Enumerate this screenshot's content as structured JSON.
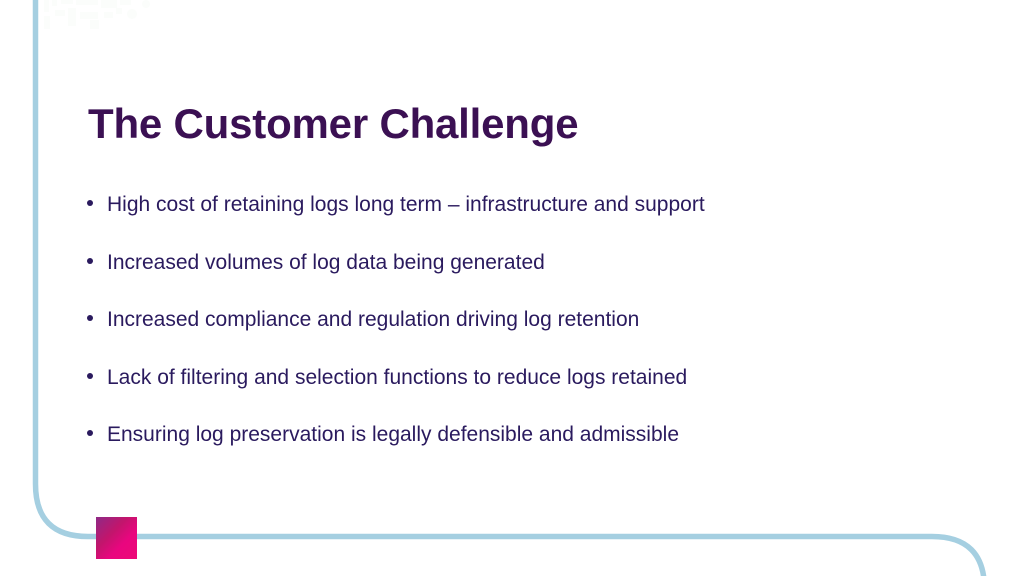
{
  "slide": {
    "title": "The Customer Challenge",
    "background_color": "#ffffff",
    "title_color": "#3b1053",
    "body_color": "#2a1a5e",
    "accent_line_color": "#a5cfe1",
    "accent_square_gradient_from": "#8e2a86",
    "accent_square_gradient_to": "#ed0a77",
    "bullets": [
      {
        "text": "High cost of retaining logs long term – infrastructure and support"
      },
      {
        "text": "Increased volumes of log data being generated"
      },
      {
        "text": "Increased compliance and regulation driving log retention"
      },
      {
        "text": "Lack of filtering and selection functions to reduce logs retained"
      },
      {
        "text": "Ensuring log preservation is legally defensible and admissible"
      }
    ]
  }
}
